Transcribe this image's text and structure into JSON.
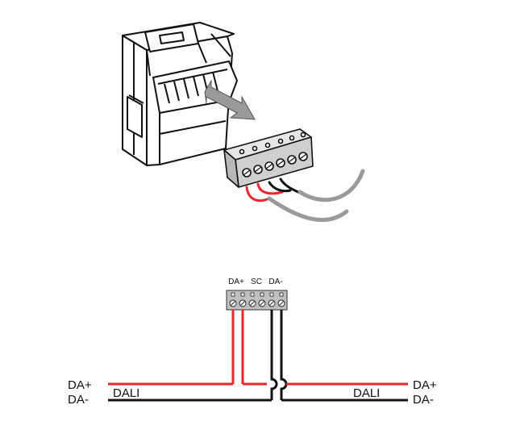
{
  "terminal_labels": {
    "da_plus": "DA+",
    "sc": "SC",
    "da_minus": "DA-"
  },
  "bus_left": {
    "da_plus": "DA+",
    "da_minus": "DA-",
    "name": "DALI"
  },
  "bus_right": {
    "da_plus": "DA+",
    "da_minus": "DA-",
    "name": "DALI"
  },
  "colors": {
    "da_plus_wire": "#e8262c",
    "da_minus_wire": "#111111",
    "device_body": "#ffffff",
    "device_outline": "#111111",
    "terminal_block": "#bfbfbf",
    "cable_sheath": "#9a9a9a",
    "arrow": "#9a9a9a"
  }
}
